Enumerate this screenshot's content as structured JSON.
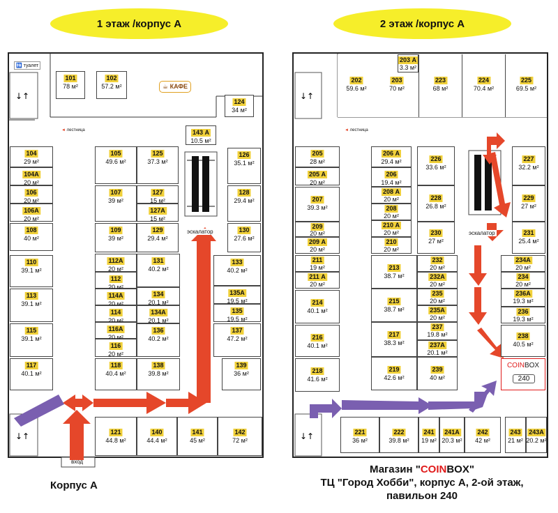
{
  "floor1": {
    "title": "1 этаж /корпус А",
    "toilet": "туалет",
    "cafe": "КАФЕ",
    "stairs": "лестница",
    "escalator": "эскалатор",
    "entrance": "вход",
    "shops": [
      {
        "id": "101",
        "area": "78 м²"
      },
      {
        "id": "102",
        "area": "57.2 м²"
      },
      {
        "id": "124",
        "area": "34 м²"
      },
      {
        "id": "143 А",
        "area": "10.5 м²"
      },
      {
        "id": "104",
        "area": "29 м²"
      },
      {
        "id": "104А",
        "area": "20 м²"
      },
      {
        "id": "106",
        "area": "20 м²"
      },
      {
        "id": "106А",
        "area": "20 м²"
      },
      {
        "id": "105",
        "area": "49.6 м²"
      },
      {
        "id": "125",
        "area": "37.3 м²"
      },
      {
        "id": "126",
        "area": "35.1 м²"
      },
      {
        "id": "107",
        "area": "39 м²"
      },
      {
        "id": "127",
        "area": "15 м²"
      },
      {
        "id": "127А",
        "area": "15 м²"
      },
      {
        "id": "128",
        "area": "29.4 м²"
      },
      {
        "id": "108",
        "area": "40 м²"
      },
      {
        "id": "109",
        "area": "39 м²"
      },
      {
        "id": "129",
        "area": "29.4 м²"
      },
      {
        "id": "130",
        "area": "27.6 м²"
      },
      {
        "id": "110",
        "area": "39.1 м²"
      },
      {
        "id": "112А",
        "area": "20 м²"
      },
      {
        "id": "112",
        "area": "20 м²"
      },
      {
        "id": "131",
        "area": "40.2 м²"
      },
      {
        "id": "133",
        "area": "40.2 м²"
      },
      {
        "id": "113",
        "area": "39.1 м²"
      },
      {
        "id": "114А",
        "area": "20 м²"
      },
      {
        "id": "114",
        "area": "20 м²"
      },
      {
        "id": "134",
        "area": "20.1 м²"
      },
      {
        "id": "134А",
        "area": "20.1 м²"
      },
      {
        "id": "135А",
        "area": "19.5 м²"
      },
      {
        "id": "135",
        "area": "19.5 м²"
      },
      {
        "id": "115",
        "area": "39.1 м²"
      },
      {
        "id": "116А",
        "area": "20 м²"
      },
      {
        "id": "116",
        "area": "20 м²"
      },
      {
        "id": "136",
        "area": "40.2 м²"
      },
      {
        "id": "137",
        "area": "47.2 м²"
      },
      {
        "id": "117",
        "area": "40.1 м²"
      },
      {
        "id": "118",
        "area": "40.4 м²"
      },
      {
        "id": "138",
        "area": "39.8 м²"
      },
      {
        "id": "139",
        "area": "36 м²"
      },
      {
        "id": "121",
        "area": "44.8 м²"
      },
      {
        "id": "140",
        "area": "44.4 м²"
      },
      {
        "id": "141",
        "area": "45 м²"
      },
      {
        "id": "142",
        "area": "72 м²"
      }
    ]
  },
  "floor2": {
    "title": "2 этаж /корпус А",
    "stairs": "лестница",
    "escalator": "эскалатор",
    "coinbox_part1": "COIN",
    "coinbox_part2": "BOX",
    "coinbox_number": "240",
    "shops": [
      {
        "id": "203 А",
        "area": "3.3 м²"
      },
      {
        "id": "202",
        "area": "59.6 м²"
      },
      {
        "id": "203",
        "area": "70 м²"
      },
      {
        "id": "223",
        "area": "68 м²"
      },
      {
        "id": "224",
        "area": "70.4 м²"
      },
      {
        "id": "225",
        "area": "69.5 м²"
      },
      {
        "id": "205",
        "area": "28 м²"
      },
      {
        "id": "205 А",
        "area": "20 м²"
      },
      {
        "id": "206 А",
        "area": "29.4 м²"
      },
      {
        "id": "206",
        "area": "19.4 м²"
      },
      {
        "id": "226",
        "area": "33.6 м²"
      },
      {
        "id": "227",
        "area": "32.2 м²"
      },
      {
        "id": "207",
        "area": "39.3 м²"
      },
      {
        "id": "208 А",
        "area": "20 м²"
      },
      {
        "id": "208",
        "area": "20 м²"
      },
      {
        "id": "228",
        "area": "26.8 м²"
      },
      {
        "id": "229",
        "area": "27 м²"
      },
      {
        "id": "209",
        "area": "20 м²"
      },
      {
        "id": "209 А",
        "area": "20 м²"
      },
      {
        "id": "210 А",
        "area": "20 м²"
      },
      {
        "id": "210",
        "area": "20 м²"
      },
      {
        "id": "230",
        "area": "27 м²"
      },
      {
        "id": "231",
        "area": "25.4 м²"
      },
      {
        "id": "211",
        "area": "19 м²"
      },
      {
        "id": "211 А",
        "area": "20 м²"
      },
      {
        "id": "213",
        "area": "38.7 м²"
      },
      {
        "id": "232",
        "area": "20 м²"
      },
      {
        "id": "232А",
        "area": "20 м²"
      },
      {
        "id": "234А",
        "area": "20 м²"
      },
      {
        "id": "234",
        "area": "20 м²"
      },
      {
        "id": "214",
        "area": "40.1 м²"
      },
      {
        "id": "215",
        "area": "38.7 м²"
      },
      {
        "id": "235",
        "area": "20 м²"
      },
      {
        "id": "235А",
        "area": "20 м²"
      },
      {
        "id": "236А",
        "area": "19.3 м²"
      },
      {
        "id": "236",
        "area": "19.3 м²"
      },
      {
        "id": "216",
        "area": "40.1 м²"
      },
      {
        "id": "217",
        "area": "38.3 м²"
      },
      {
        "id": "237",
        "area": "19.8 м²"
      },
      {
        "id": "237А",
        "area": "20.1 м²"
      },
      {
        "id": "238",
        "area": "40.5 м²"
      },
      {
        "id": "218",
        "area": "41.6 м²"
      },
      {
        "id": "219",
        "area": "42.6 м²"
      },
      {
        "id": "239",
        "area": "40 м²"
      },
      {
        "id": "221",
        "area": "36 м²"
      },
      {
        "id": "222",
        "area": "39.8 м²"
      },
      {
        "id": "241",
        "area": "19 м²"
      },
      {
        "id": "241А",
        "area": "20.3 м²"
      },
      {
        "id": "242",
        "area": "42 м²"
      },
      {
        "id": "243",
        "area": "21 м²"
      },
      {
        "id": "243А",
        "area": "20.2 м²"
      }
    ]
  },
  "captions": {
    "building": "Корпус А",
    "store_prefix": "Магазин \"",
    "store_coin": "COIN",
    "store_box": "BOX",
    "store_suffix": "\"",
    "mall_line": "ТЦ \"Город Хобби\", корпус А, 2-ой этаж,",
    "pavilion_line": "павильон 240"
  },
  "colors": {
    "banner": "#f6ee2a",
    "label": "#f0d03a",
    "arrow_red": "#e5472a",
    "arrow_purple": "#7a5fb0",
    "coin": "#e01a1a"
  }
}
